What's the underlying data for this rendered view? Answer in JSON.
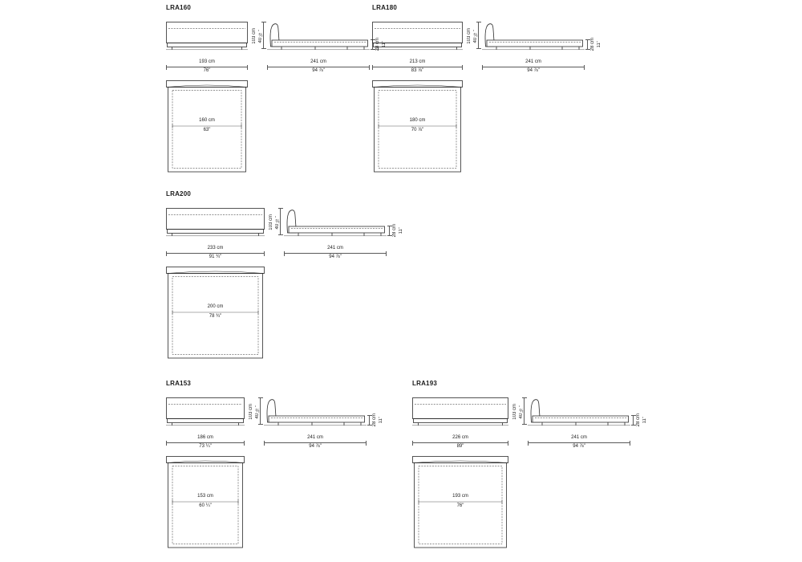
{
  "doc": {
    "background": "#ffffff",
    "ink": "#2b2b2b",
    "dim_line_color": "#5a5a5a"
  },
  "shared_dims": {
    "height_cm": "103 cm",
    "height_in": "40 ½\"",
    "base_cm": "28 cm",
    "base_in": "11\"",
    "length_cm": "241 cm",
    "length_in": "94 ⅞\""
  },
  "models": [
    {
      "code": "LRA160",
      "width_cm": "193 cm",
      "width_in": "76\"",
      "mattress_cm": "160 cm",
      "mattress_in": "63\""
    },
    {
      "code": "LRA180",
      "width_cm": "213 cm",
      "width_in": "83 ⅞\"",
      "mattress_cm": "180 cm",
      "mattress_in": "70 ⅞\""
    },
    {
      "code": "LRA200",
      "width_cm": "233 cm",
      "width_in": "91 ¾\"",
      "mattress_cm": "200 cm",
      "mattress_in": "78 ¾\""
    },
    {
      "code": "LRA153",
      "width_cm": "186 cm",
      "width_in": "73 ¼\"",
      "mattress_cm": "153 cm",
      "mattress_in": "60 ¼\""
    },
    {
      "code": "LRA193",
      "width_cm": "226 cm",
      "width_in": "89\"",
      "mattress_cm": "193 cm",
      "mattress_in": "76\""
    }
  ]
}
